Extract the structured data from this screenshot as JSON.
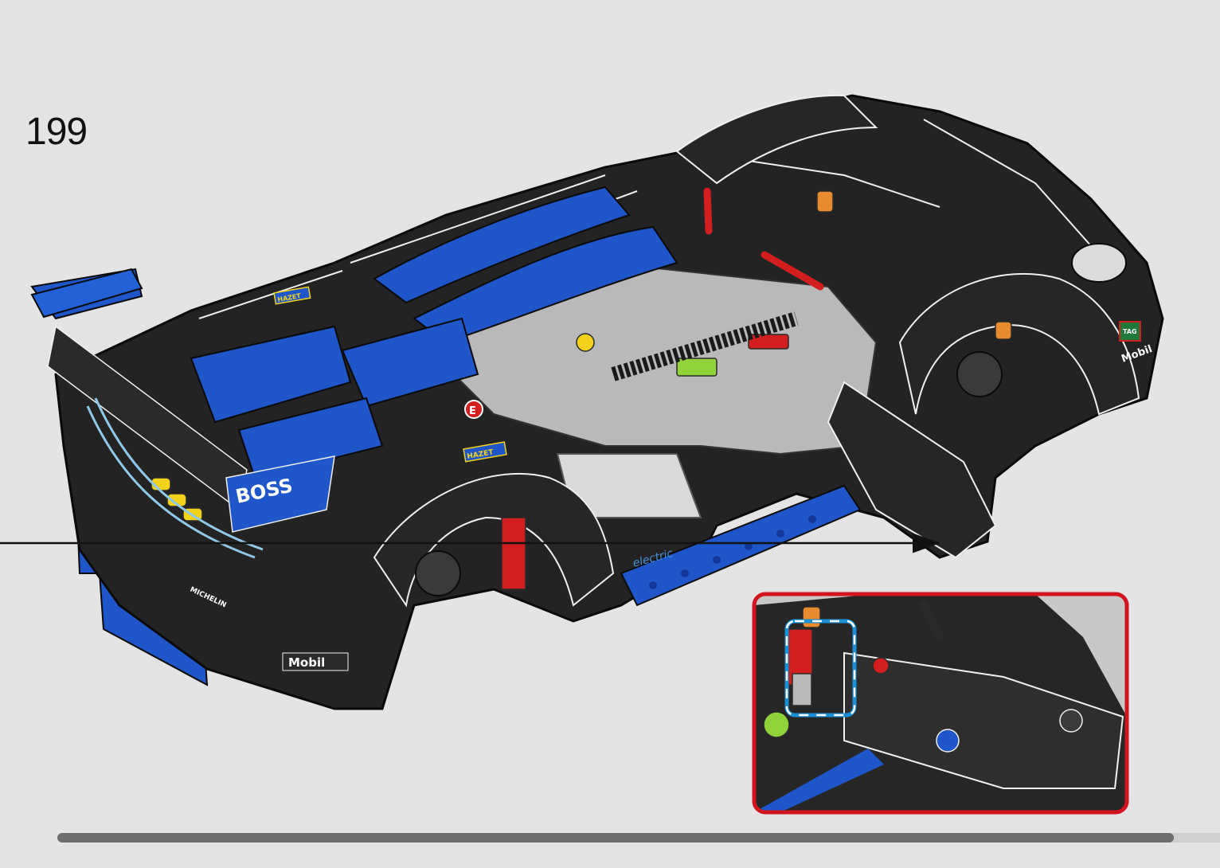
{
  "page": {
    "step_number": "199",
    "background_color": "#e4e4e4"
  },
  "model": {
    "stickers": {
      "sponsor_a": "BOSS",
      "sponsor_b": "Mobil",
      "sponsor_c": "Mobil",
      "tyre_brand": "MICHELIN",
      "sticker_e": "E",
      "sticker_tag": "TAG",
      "sticker_hazet": "HAZET",
      "sticker_electric": "electric"
    },
    "colors": {
      "body_black": "#1f1f1f",
      "accent_blue": "#1f56c9",
      "light_gray": "#b9b9b9",
      "red_part": "#d21e1e",
      "orange_part": "#e88a2e",
      "lime_part": "#8fd23a",
      "yellow_part": "#f2d21b"
    }
  },
  "callout": {
    "border_color": "#d2141e",
    "highlight_color": "#1a8fd6"
  },
  "footer": {
    "progress_fraction": 0.96,
    "bar_color": "#6e6e6e"
  }
}
